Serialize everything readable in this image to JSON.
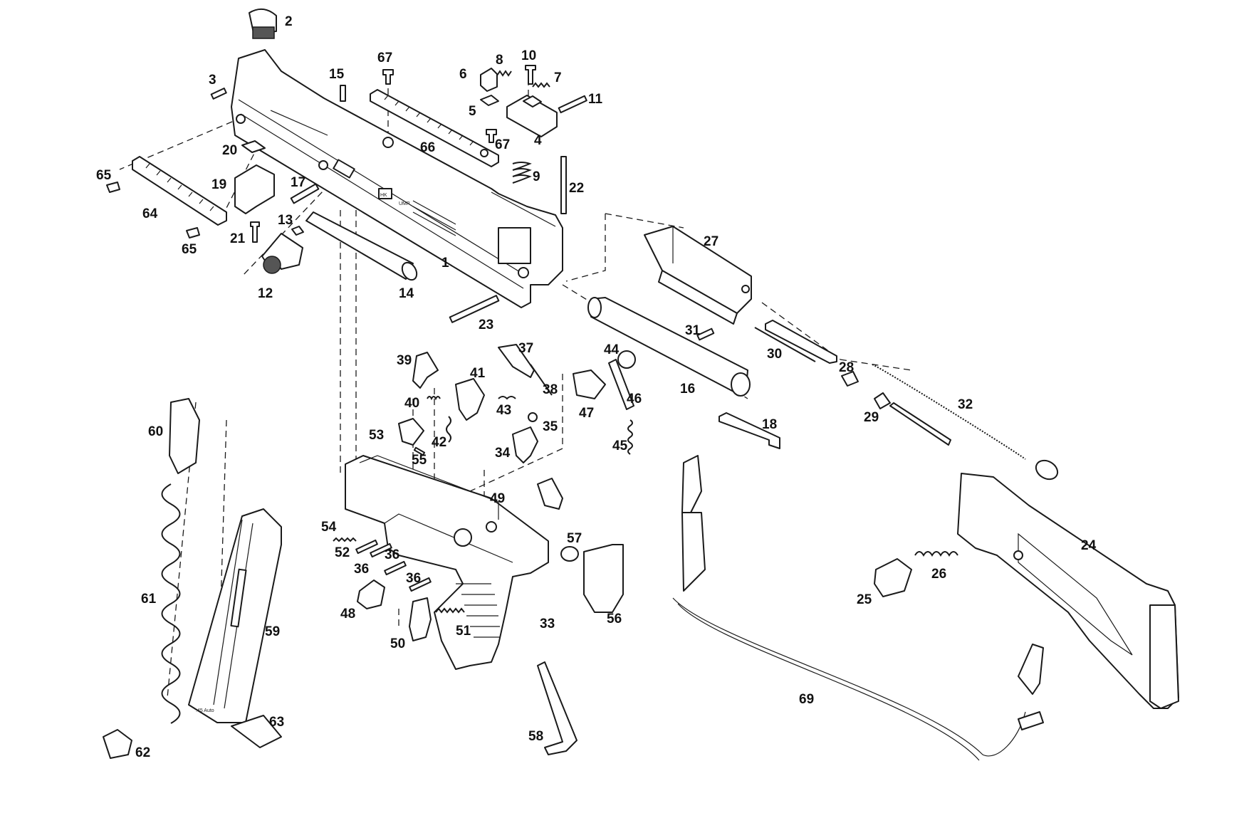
{
  "diagram": {
    "part_numbers": [
      "1",
      "2",
      "3",
      "4",
      "5",
      "6",
      "7",
      "8",
      "9",
      "10",
      "11",
      "12",
      "13",
      "14",
      "15",
      "16",
      "17",
      "18",
      "19",
      "20",
      "21",
      "22",
      "23",
      "24",
      "25",
      "26",
      "27",
      "28",
      "29",
      "30",
      "31",
      "32",
      "33",
      "34",
      "35",
      "36",
      "37",
      "38",
      "39",
      "40",
      "41",
      "42",
      "43",
      "44",
      "45",
      "46",
      "47",
      "48",
      "49",
      "50",
      "51",
      "52",
      "53",
      "54",
      "55",
      "56",
      "57",
      "58",
      "59",
      "60",
      "61",
      "62",
      "63",
      "64",
      "65",
      "66",
      "67",
      "69"
    ],
    "labels": {
      "p1": "1",
      "p2": "2",
      "p3": "3",
      "p4": "4",
      "p5": "5",
      "p6": "6",
      "p7": "7",
      "p8": "8",
      "p9": "9",
      "p10": "10",
      "p11": "11",
      "p12": "12",
      "p13": "13",
      "p14": "14",
      "p15": "15",
      "p16": "16",
      "p17": "17",
      "p18": "18",
      "p19": "19",
      "p20": "20",
      "p21": "21",
      "p22": "22",
      "p23": "23",
      "p24": "24",
      "p25": "25",
      "p26": "26",
      "p27": "27",
      "p28": "28",
      "p29": "29",
      "p30": "30",
      "p31": "31",
      "p32": "32",
      "p33": "33",
      "p34": "34",
      "p35": "35",
      "p36a": "36",
      "p36b": "36",
      "p36c": "36",
      "p37": "37",
      "p38": "38",
      "p39": "39",
      "p40": "40",
      "p41": "41",
      "p42": "42",
      "p43": "43",
      "p44": "44",
      "p45": "45",
      "p46": "46",
      "p47": "47",
      "p48": "48",
      "p49": "49",
      "p50": "50",
      "p51": "51",
      "p52": "52",
      "p53": "53",
      "p54": "54",
      "p55": "55",
      "p56": "56",
      "p57": "57",
      "p58": "58",
      "p59": "59",
      "p60": "60",
      "p61": "61",
      "p62": "62",
      "p63": "63",
      "p64": "64",
      "p65a": "65",
      "p65b": "65",
      "p66": "66",
      "p67a": "67",
      "p67b": "67",
      "p69": "69"
    },
    "markings": {
      "magazine_caliber": ".45 Auto",
      "receiver_logo": "HK",
      "receiver_model": "UMP"
    }
  }
}
